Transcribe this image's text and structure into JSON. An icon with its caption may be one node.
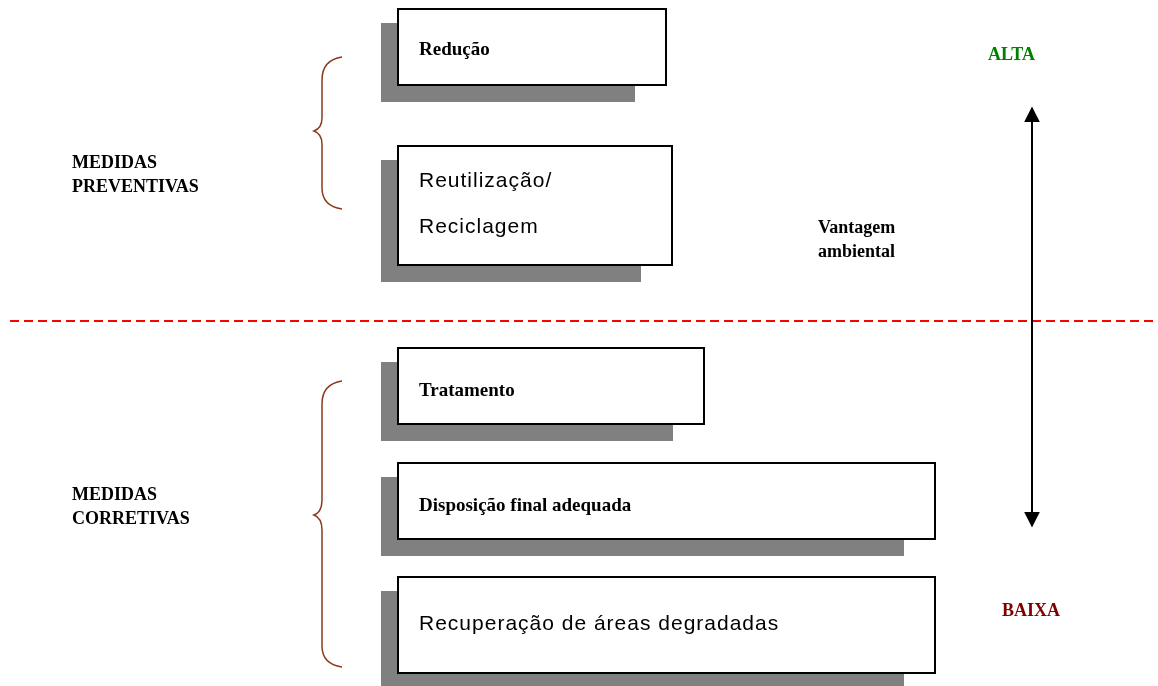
{
  "diagram": {
    "nodes": [
      {
        "text": [
          "Redução"
        ]
      },
      {
        "text": [
          "Reutilização/ Reciclagem"
        ]
      },
      {
        "text": [
          "Tratamento"
        ]
      },
      {
        "text": [
          "Disposição final adequada"
        ]
      },
      {
        "text": [
          "Recuperação de áreas degradadas"
        ]
      }
    ],
    "labels": [
      "ALTA",
      "MEDIDAS PREVENTIVAS",
      "Vantagem ambiental",
      "MEDIDAS CORRETIVAS",
      "BAIXA"
    ]
  }
}
